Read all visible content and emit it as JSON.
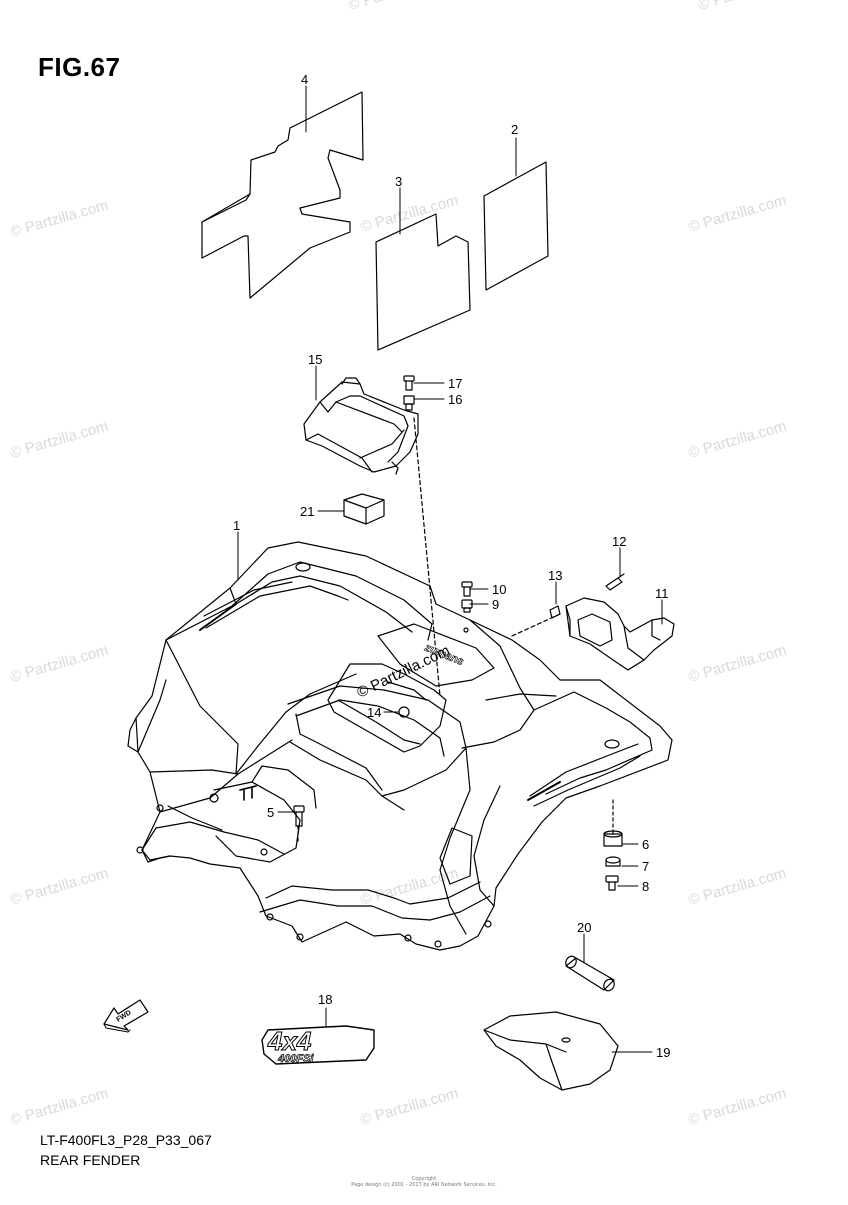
{
  "figure": {
    "title": "FIG.67",
    "model_code": "LT-F400FL3_P28_P33_067",
    "name": "REAR FENDER"
  },
  "callouts": [
    "1",
    "2",
    "3",
    "4",
    "5",
    "6",
    "7",
    "8",
    "9",
    "10",
    "11",
    "12",
    "13",
    "14",
    "15",
    "16",
    "17",
    "18",
    "19",
    "20",
    "21"
  ],
  "watermark": {
    "text": "© Partzilla.com",
    "color": "#d8d8d8",
    "center_text": "© Partzilla.com"
  },
  "decals": {
    "fender_logo": "zumans",
    "badge_main": "4x4",
    "badge_sub": "400FSi",
    "fwd_arrow": "FWD"
  },
  "footer": {
    "line1": "Copyright",
    "line2": "Page design (c) 2001 - 2017 by ARI Network Services, Inc."
  },
  "colors": {
    "ink": "#000000",
    "background": "#ffffff",
    "watermark": "#d8d8d8"
  }
}
